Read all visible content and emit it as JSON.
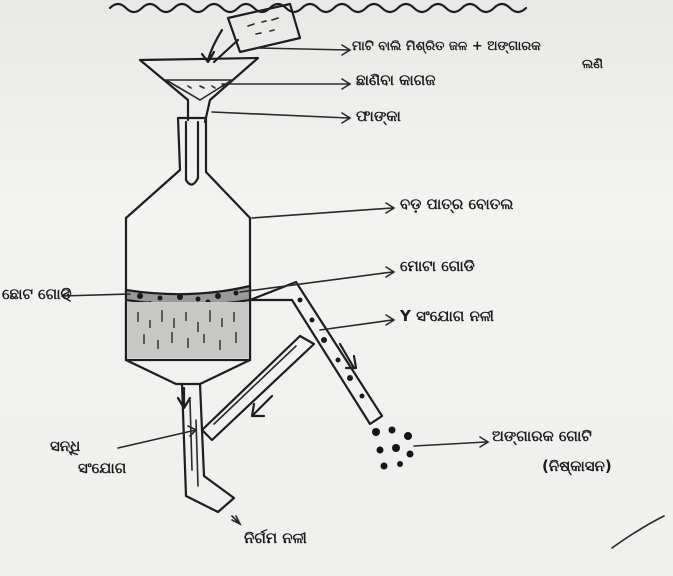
{
  "labels": {
    "water_mixture": "ମାଟି ବାଲି ମିଶ୍ରିତ ଜଳ + ଅଙ୍ଗାରକ",
    "water_mixture_line2": "ଲଣି",
    "filter_paper": "ଛାଣିବା କାଗଜ",
    "funnel": "ଫାଙ୍କା",
    "large_bottle": "ବଡ଼ ପାତ୍ର ବୋତଲ",
    "coarse_sand": "ମୋଟା ଗୋଡି",
    "y_shaped_tube": "Y ସଂଯୋଗ ନଳୀ",
    "fine_sand": "ଛୋଟ ଗୋଡି",
    "charcoal_pieces": "ଅଙ୍ଗାରକ ଗୋଟି",
    "charcoal_pieces_line2": "(ନିଷ୍କାସନ)",
    "junction": "ସନ୍ଧି",
    "junction_line2": "ସଂଯୋଗ",
    "outlet_tube": "ନିର୍ଗମ ନଳୀ"
  },
  "icons": {
    "beaker": "beaker-icon",
    "flow_arrow": "arrow-icon"
  }
}
